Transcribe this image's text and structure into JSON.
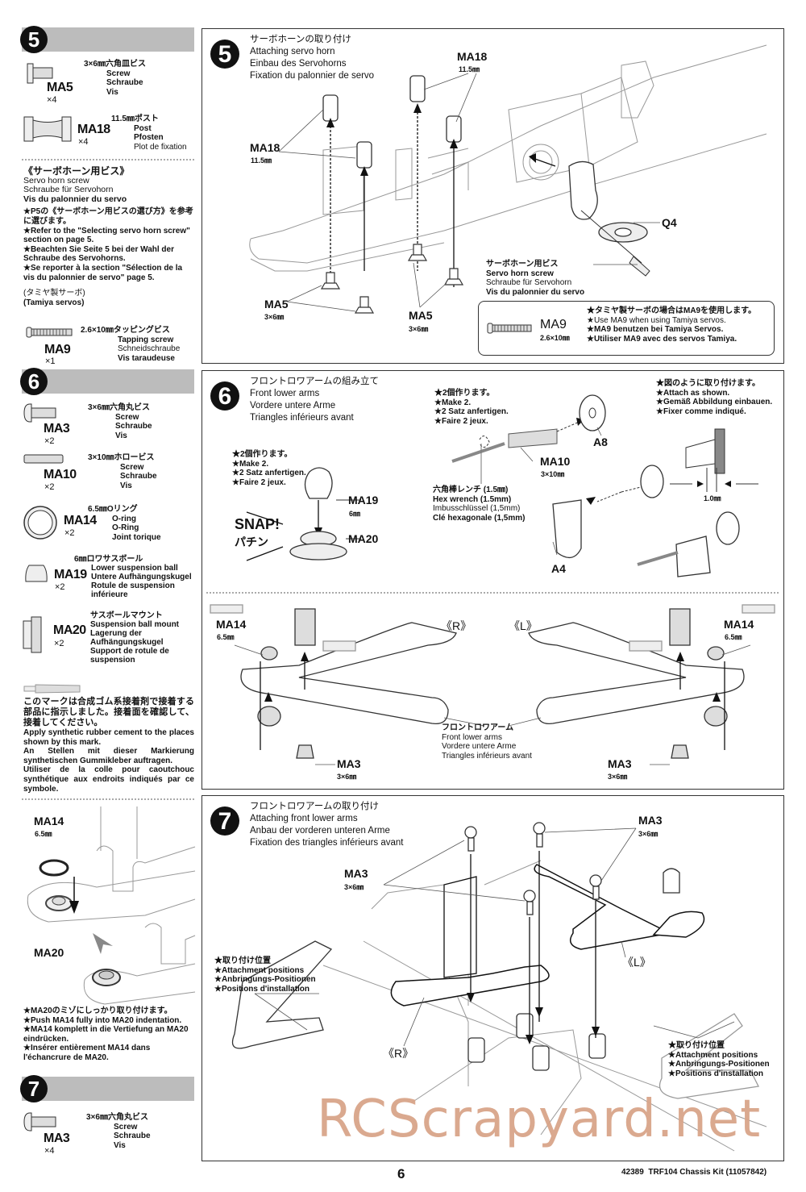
{
  "sidebar": {
    "step5": {
      "number": "5",
      "parts": [
        {
          "code": "MA5",
          "qty": "×4",
          "jp": "3×6㎜六角皿ビス",
          "en": "Screw",
          "de": "Schraube",
          "fr": "Vis"
        },
        {
          "code": "MA18",
          "qty": "×4",
          "jp": "11.5㎜ポスト",
          "en": "Post",
          "de": "Pfosten",
          "fr": "Plot de fixation"
        }
      ],
      "servo_horn": {
        "jp": "《サーボホーン用ビス》",
        "en": "Servo horn screw",
        "de": "Schraube für Servohorn",
        "fr": "Vis du palonnier du servo",
        "note_jp": "★P5の《サーボホーン用ビスの選び方》を参考に選びます。",
        "note_en": "★Refer to the \"Selecting servo horn screw\" section on page 5.",
        "note_de": "★Beachten Sie Seite 5 bei der Wahl der Schraube des Servohorns.",
        "note_fr": "★Se reporter à la section \"Sélection de la vis du palonnier de servo\" page 5.",
        "tamiya_jp": "(タミヤ製サーボ)",
        "tamiya_en": "(Tamiya servos)"
      },
      "ma9": {
        "code": "MA9",
        "qty": "×1",
        "jp": "2.6×10㎜タッピングビス",
        "en": "Tapping screw",
        "de": "Schneidschraube",
        "fr": "Vis taraudeuse"
      }
    },
    "step6": {
      "number": "6",
      "parts": [
        {
          "code": "MA3",
          "qty": "×2",
          "jp": "3×6㎜六角丸ビス",
          "en": "Screw",
          "de": "Schraube",
          "fr": "Vis"
        },
        {
          "code": "MA10",
          "qty": "×2",
          "jp": "3×10㎜ホロービス",
          "en": "Screw",
          "de": "Schraube",
          "fr": "Vis"
        },
        {
          "code": "MA14",
          "qty": "×2",
          "jp": "6.5㎜Oリング",
          "en": "O-ring",
          "de": "O-Ring",
          "fr": "Joint torique"
        },
        {
          "code": "MA19",
          "qty": "×2",
          "jp": "6㎜ロワサスボール",
          "en": "Lower suspension ball",
          "de": "Untere Aufhängungskugel",
          "fr": "Rotule de suspension inférieure"
        },
        {
          "code": "MA20",
          "qty": "×2",
          "jp": "サスボールマウント",
          "en": "Suspension ball mount",
          "de": "Lagerung der Aufhängungskugel",
          "fr": "Support de rotule de suspension"
        }
      ],
      "cement": {
        "jp": "このマークは合成ゴム系接着剤で接着する部品に指示しました。接着面を確認して、接着してください。",
        "en": "Apply synthetic rubber cement to the places shown by this mark.",
        "de": "An Stellen mit dieser Markierung synthetischen Gummikleber auftragen.",
        "fr": "Utiliser de la colle pour caoutchouc synthétique aux endroits indiqués par ce symbole."
      },
      "detail": {
        "ma14": "MA14",
        "ma14_size": "6.5㎜",
        "ma20": "MA20",
        "note_jp": "★MA20のミゾにしっかり取り付けます。",
        "note_en": "★Push MA14 fully into MA20 indentation.",
        "note_de": "★MA14 komplett in die Vertiefung an MA20 eindrücken.",
        "note_fr": "★Insérer entièrement MA14 dans l'échancrure de MA20."
      }
    },
    "step7": {
      "number": "7",
      "parts": [
        {
          "code": "MA3",
          "qty": "×4",
          "jp": "3×6㎜六角丸ビス",
          "en": "Screw",
          "de": "Schraube",
          "fr": "Vis"
        }
      ]
    }
  },
  "steps": {
    "step5": {
      "number": "5",
      "title_jp": "サーボホーンの取り付け",
      "title_en": "Attaching servo horn",
      "title_de": "Einbau des Servohorns",
      "title_fr": "Fixation du palonnier de servo",
      "labels": {
        "ma18_a": "MA18",
        "ma18_a_size": "11.5㎜",
        "ma18_b": "MA18",
        "ma18_b_size": "11.5㎜",
        "ma5_a": "MA5",
        "ma5_a_size": "3×6㎜",
        "ma5_b": "MA5",
        "ma5_b_size": "3×6㎜",
        "q4": "Q4"
      },
      "horn_screw": {
        "jp": "サーボホーン用ビス",
        "en": "Servo horn screw",
        "de": "Schraube für Servohorn",
        "fr": "Vis du palonnier du servo"
      },
      "ma9_box": {
        "code": "MA9",
        "size": "2.6×10㎜",
        "jp": "★タミヤ製サーボの場合はMA9を使用します。",
        "en": "★Use MA9 when using Tamiya servos.",
        "de": "★MA9 benutzen bei Tamiya Servos.",
        "fr": "★Utiliser MA9 avec des servos Tamiya."
      }
    },
    "step6": {
      "number": "6",
      "title_jp": "フロントロワアームの組み立て",
      "title_en": "Front lower arms",
      "title_de": "Vordere untere Arme",
      "title_fr": "Triangles inférieurs avant",
      "make2_a": {
        "jp": "★2個作ります。",
        "en": "★Make 2.",
        "de": "★2 Satz anfertigen.",
        "fr": "★Faire 2 jeux."
      },
      "make2_b": {
        "jp": "★2個作ります。",
        "en": "★Make 2.",
        "de": "★2 Satz anfertigen.",
        "fr": "★Faire 2 jeux."
      },
      "snap": "SNAP!",
      "snap_jp": "パチン",
      "ma19": "MA19",
      "ma19_size": "6㎜",
      "ma20": "MA20",
      "ma10": "MA10",
      "ma10_size": "3×10㎜",
      "a8": "A8",
      "a4": "A4",
      "hex": {
        "jp": "六角棒レンチ (1.5㎜)",
        "en": "Hex wrench (1.5mm)",
        "de": "Imbusschlüssel (1,5mm)",
        "fr": "Clé hexagonale (1,5mm)"
      },
      "attach": {
        "jp": "★図のように取り付けます。",
        "en": "★Attach as shown.",
        "de": "★Gemäß Abbildung einbauen.",
        "fr": "★Fixer comme indiqué."
      },
      "gap": "1.0㎜",
      "right": "《R》",
      "left": "《L》",
      "ma14_l": "MA14",
      "ma14_l_size": "6.5㎜",
      "ma14_r": "MA14",
      "ma14_r_size": "6.5㎜",
      "ma3_l": "MA3",
      "ma3_l_size": "3×6㎜",
      "ma3_r": "MA3",
      "ma3_r_size": "3×6㎜",
      "arms": {
        "jp": "フロントロワアーム",
        "en": "Front lower arms",
        "de": "Vordere untere Arme",
        "fr": "Triangles inférieurs avant"
      }
    },
    "step7": {
      "number": "7",
      "title_jp": "フロントロワアームの取り付け",
      "title_en": "Attaching front lower arms",
      "title_de": "Anbau der vorderen unteren Arme",
      "title_fr": "Fixation des triangles inférieurs avant",
      "ma3_a": "MA3",
      "ma3_a_size": "3×6㎜",
      "ma3_b": "MA3",
      "ma3_b_size": "3×6㎜",
      "right": "《R》",
      "left": "《L》",
      "pos_a": {
        "jp": "★取り付け位置",
        "en": "★Attachment positions",
        "de": "★Anbringungs-Positionen",
        "fr": "★Positions d'installation"
      },
      "pos_b": {
        "jp": "★取り付け位置",
        "en": "★Attachment positions",
        "de": "★Anbringungs-Positionen",
        "fr": "★Positions d'installation"
      }
    }
  },
  "footer": {
    "page_number": "6",
    "kit": "42389  TRF104 Chassis Kit (11057842)"
  },
  "watermark": "RCScrapyard.net",
  "colors": {
    "header_gray": "#bcbcbc",
    "watermark": "#d9a58a",
    "ink": "#111111"
  }
}
